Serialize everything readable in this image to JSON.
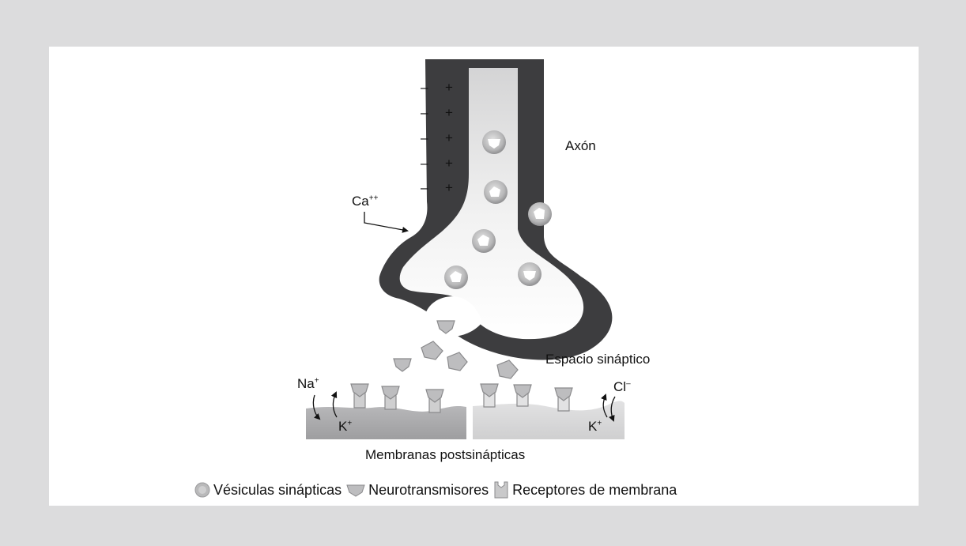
{
  "labels": {
    "axon": "Axón",
    "calcium_base": "Ca",
    "calcium_sup": "++",
    "synaptic_space": "Espacio sináptico",
    "sodium_base": "Na",
    "sodium_sup": "+",
    "potassium_left_base": "K",
    "potassium_left_sup": "+",
    "chloride_base": "Cl",
    "chloride_sup": "–",
    "potassium_right_base": "K",
    "potassium_right_sup": "+",
    "membranes": "Membranas postsinápticas"
  },
  "charges": {
    "minus": "–",
    "plus": "+"
  },
  "legend": {
    "vesicles": "Vésiculas sinápticas",
    "neurotransmitters": "Neurotransmisores",
    "receptors": "Receptores de membrana"
  },
  "colors": {
    "background": "#dcdcdd",
    "panel": "#ffffff",
    "axon_wall": "#3d3d3f",
    "membrane_left": "#a9a9ab",
    "membrane_right": "#d8d8d9",
    "neurotransmitter": "#bdbdbf"
  }
}
